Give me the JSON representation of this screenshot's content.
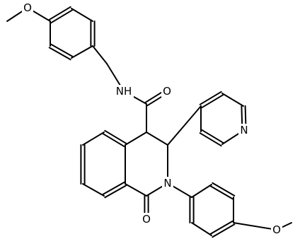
{
  "molecule": {
    "atoms": {
      "O_top": "O",
      "NH": "NH",
      "O_amide": "O",
      "N_pyridine": "N",
      "N_ring": "N",
      "O_lactam": "O",
      "O_bottom": "O"
    }
  },
  "colors": {
    "bond": "#000000",
    "label": "#000000",
    "background": "#ffffff"
  }
}
